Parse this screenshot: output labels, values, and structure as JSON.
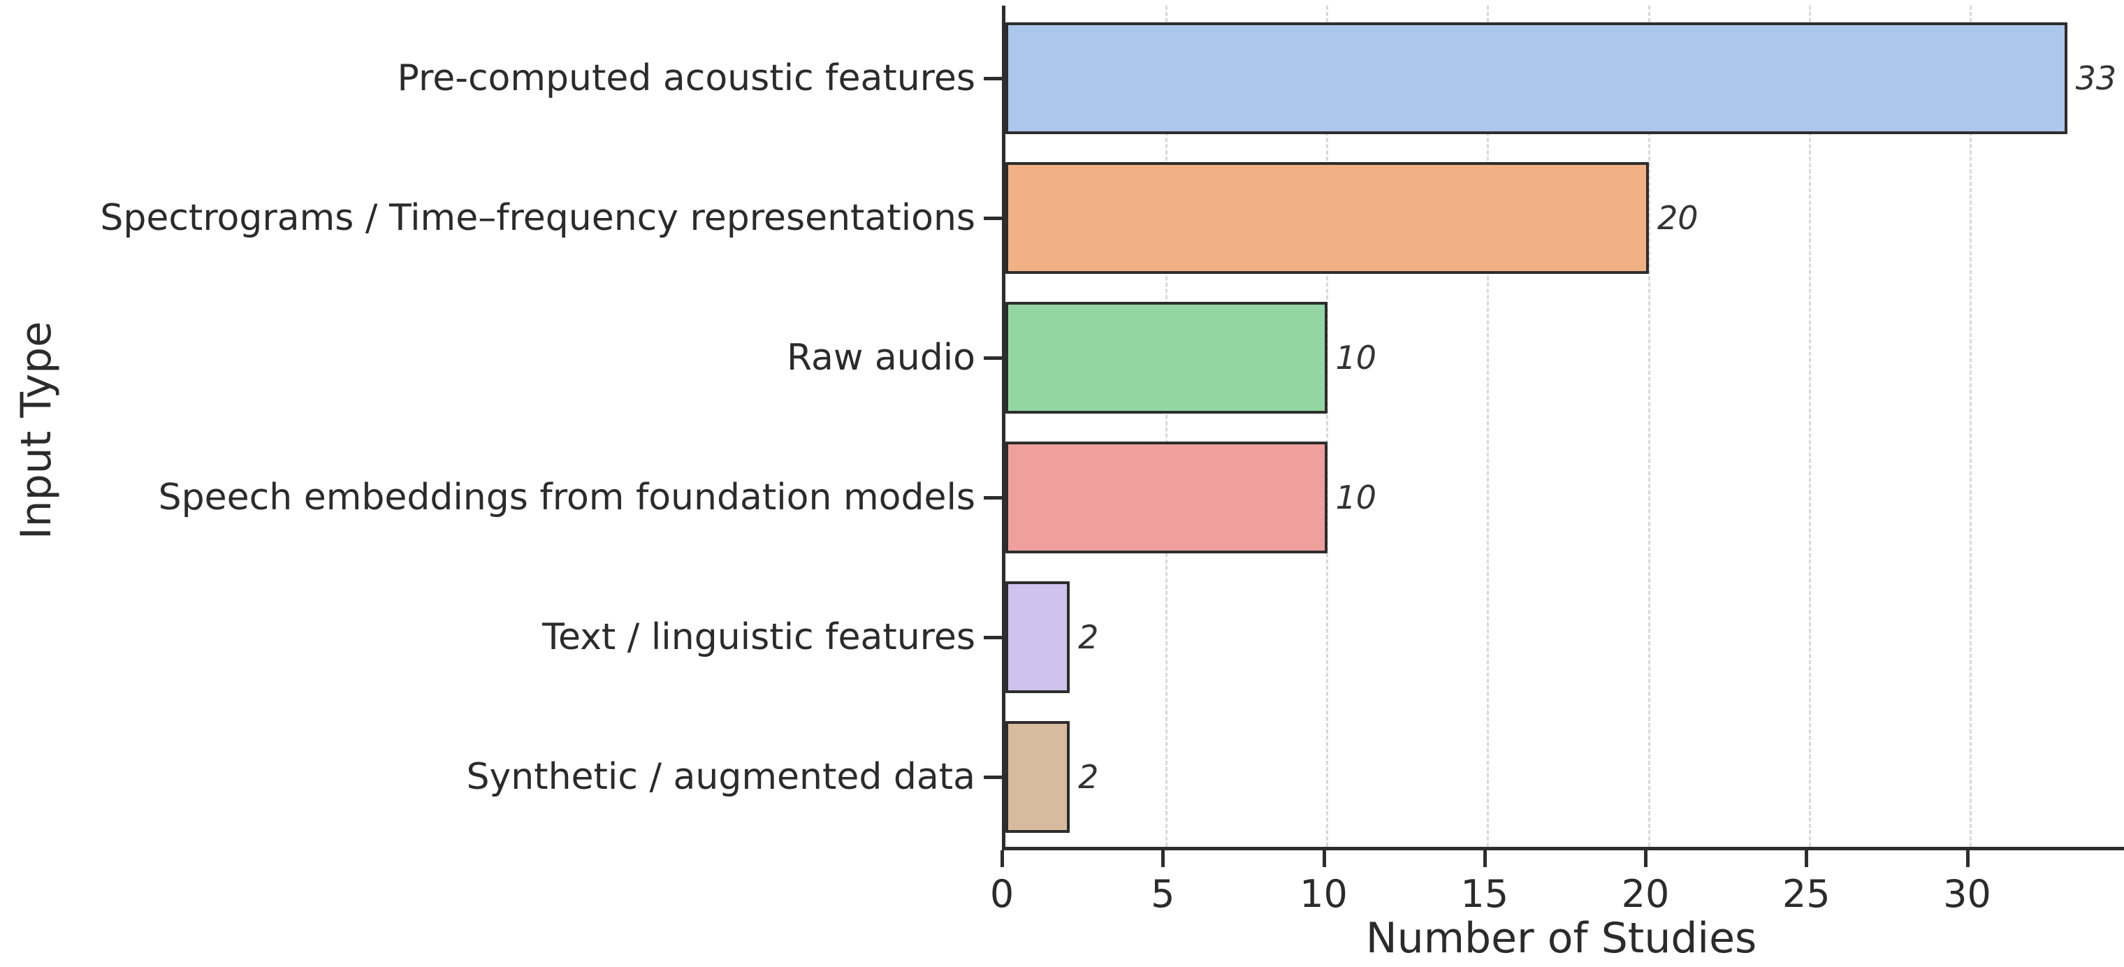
{
  "chart_data": {
    "type": "bar",
    "orientation": "horizontal",
    "title": "",
    "xlabel": "Number of Studies",
    "ylabel": "Input Type",
    "categories": [
      "Pre-computed acoustic features",
      "Spectrograms / Time–frequency representations",
      "Raw audio",
      "Speech embeddings from foundation models",
      "Text / linguistic features",
      "Synthetic / augmented data"
    ],
    "values": [
      33,
      20,
      10,
      10,
      2,
      2
    ],
    "value_labels": [
      "33",
      "20",
      "10",
      "10",
      "2",
      "2"
    ],
    "bar_colors": [
      "#abc8ec",
      "#f1b185",
      "#94d6a3",
      "#efa09e",
      "#cfc2ef",
      "#d8ba9c"
    ],
    "bar_edge_color": "#2d2d2d",
    "x_ticks": [
      "0",
      "5",
      "10",
      "15",
      "20",
      "25",
      "30"
    ],
    "x_tick_values": [
      0,
      5,
      10,
      15,
      20,
      25,
      30
    ],
    "xlim": [
      0,
      34.9
    ],
    "grid": {
      "axis": "x",
      "style": "dashed",
      "color": "#d9d9d9",
      "enabled": true
    },
    "legend": "none",
    "text_color": "#2b2b2b",
    "background": "#ffffff"
  }
}
